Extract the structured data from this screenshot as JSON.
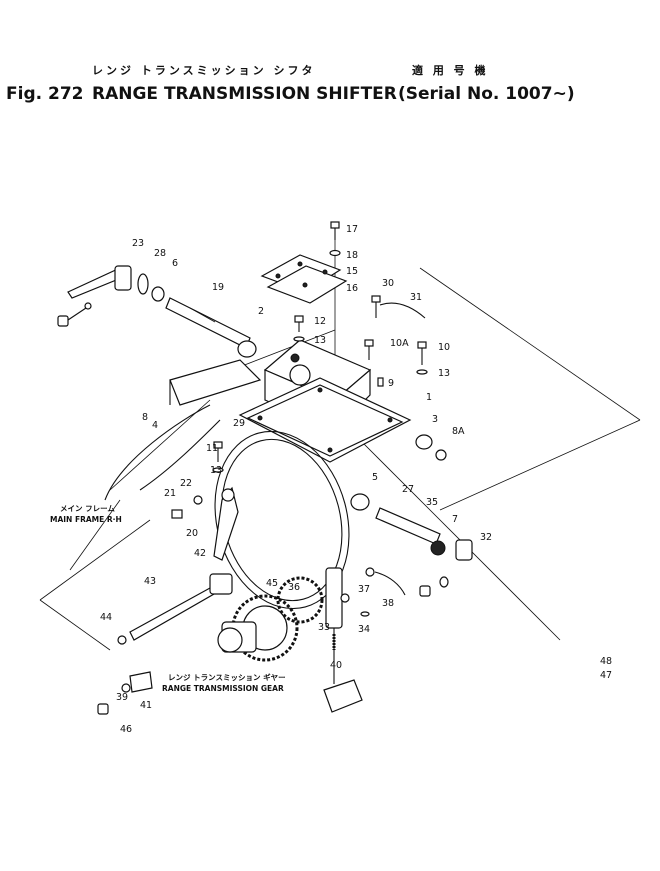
{
  "header": {
    "jp_title": "レンジ トランスミッション シフタ",
    "jp_serial": "適 用 号 機",
    "fig_no": "Fig. 272",
    "title": "RANGE TRANSMISSION SHIFTER",
    "serial": "(Serial No. 1007~)"
  },
  "labels": {
    "main_frame_jp": "メイン フレーム",
    "main_frame_en": "MAIN FRAME R·H",
    "gear_jp": "レンジ トランスミッション ギヤー",
    "gear_en": "RANGE TRANSMISSION GEAR"
  },
  "callouts": [
    "17",
    "18",
    "15",
    "16",
    "30",
    "31",
    "10A",
    "10",
    "13",
    "9",
    "3",
    "8A",
    "1",
    "23",
    "28",
    "6",
    "19",
    "2",
    "12",
    "13",
    "8",
    "4",
    "29",
    "11",
    "13",
    "22",
    "21",
    "5",
    "27",
    "35",
    "7",
    "32",
    "20",
    "42",
    "43",
    "44",
    "45",
    "36",
    "37",
    "38",
    "33",
    "34",
    "40",
    "41",
    "39",
    "46",
    "48",
    "47"
  ]
}
